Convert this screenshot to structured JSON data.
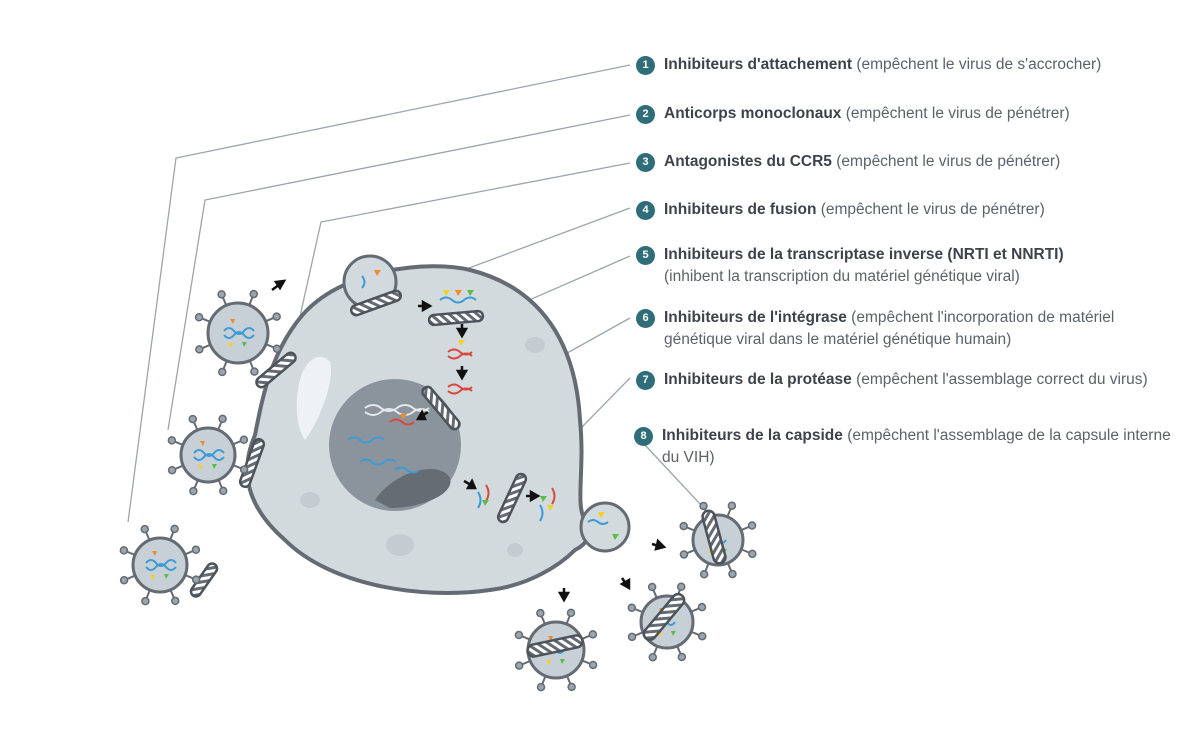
{
  "legend": [
    {
      "number": "1",
      "name": "Inhibiteurs d'attachement",
      "description": "(empêchent le virus de s'accrocher)"
    },
    {
      "number": "2",
      "name": "Anticorps monoclonaux",
      "description": "(empêchent le virus de pénétrer)"
    },
    {
      "number": "3",
      "name": "Antagonistes du CCR5",
      "description": "(empêchent le virus de pénétrer)"
    },
    {
      "number": "4",
      "name": "Inhibiteurs de fusion",
      "description": "(empêchent le virus de pénétrer)"
    },
    {
      "number": "5",
      "name": "Inhibiteurs de la transcriptase inverse (NRTI et NNRTI)",
      "description": "(inhibent la transcription du matériel génétique viral)"
    },
    {
      "number": "6",
      "name": "Inhibiteurs de l'intégrase",
      "description": "(empêchent l'incorporation de matériel génétique viral dans le matériel génétique humain)"
    },
    {
      "number": "7",
      "name": "Inhibiteurs de la protéase",
      "description": "(empêchent l'assemblage correct du virus)"
    },
    {
      "number": "8",
      "name": "Inhibiteurs de la capside",
      "description": "(empêchent l'assemblage de la capsule interne du VIH)"
    }
  ],
  "colors": {
    "badge": "#2f6e79",
    "cell_fill": "#d3dade",
    "cell_outline": "#646b73",
    "nucleus": "#8b949c",
    "virus_fill": "#c7d0d6",
    "leader_line": "#9aa5ad",
    "dna_blue": "#3d9ad6",
    "dna_red": "#d9473a",
    "marker_yellow": "#f2d02b",
    "marker_green": "#5dbb4a",
    "marker_orange": "#f08a2a"
  }
}
